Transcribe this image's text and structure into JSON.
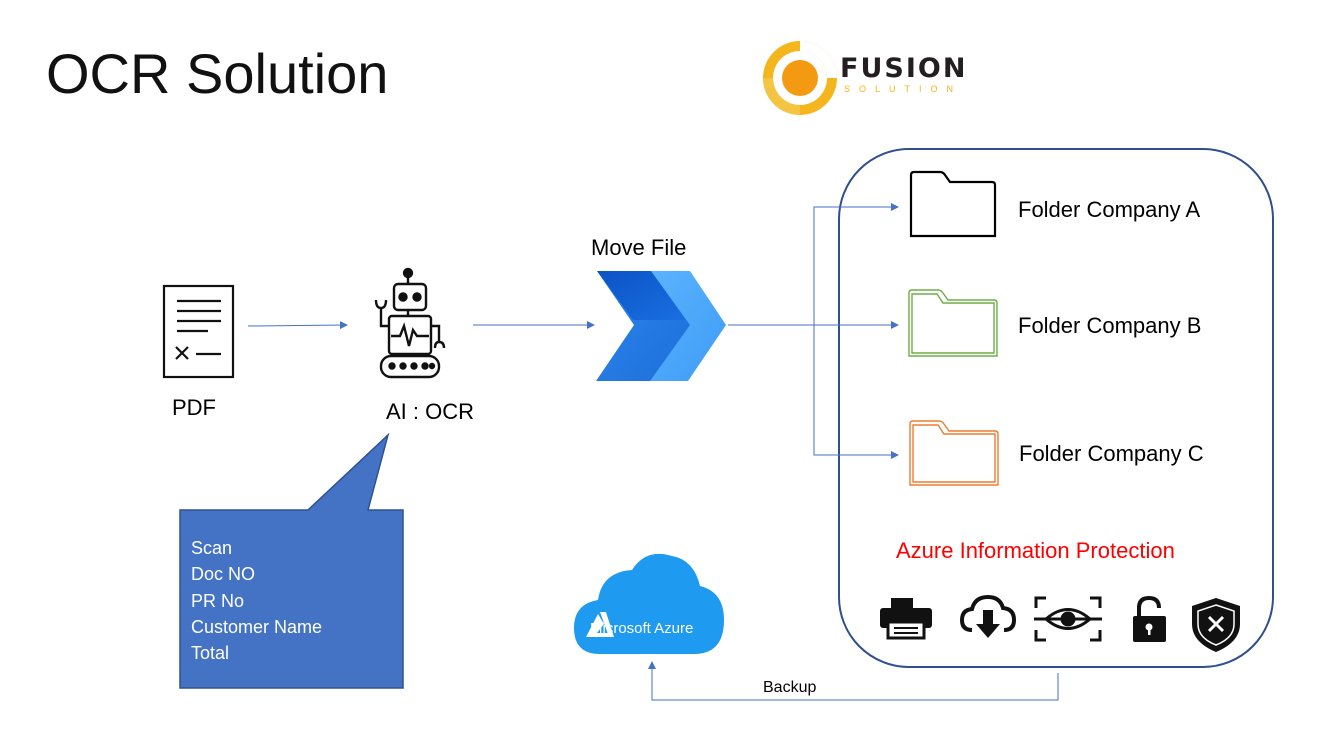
{
  "title": "OCR Solution",
  "logo": {
    "name": "FUSION",
    "sub": "SOLUTION"
  },
  "nodes": {
    "pdf": "PDF",
    "ocr": "AI : OCR",
    "move_file": "Move File",
    "folder_a": "Folder Company A",
    "folder_b": "Folder Company B",
    "folder_c": "Folder Company C"
  },
  "callout": {
    "items": [
      "Scan",
      "Doc NO",
      "PR No",
      "Customer Name",
      "Total"
    ],
    "color": "#4472c4"
  },
  "protection": {
    "title": "Azure Information Protection",
    "title_color": "#ff0000",
    "icons": [
      "printer-icon",
      "cloud-download-icon",
      "eye-scan-icon",
      "unlock-icon",
      "shield-x-icon"
    ]
  },
  "azure": {
    "label": "Microsoft Azure",
    "color": "#1e9af0"
  },
  "backup_label": "Backup",
  "colors": {
    "arrow": "#4472c4",
    "folder_a": "#000000",
    "folder_b": "#70ad47",
    "folder_c": "#ed7d31",
    "container_border": "#2f4f8f"
  }
}
